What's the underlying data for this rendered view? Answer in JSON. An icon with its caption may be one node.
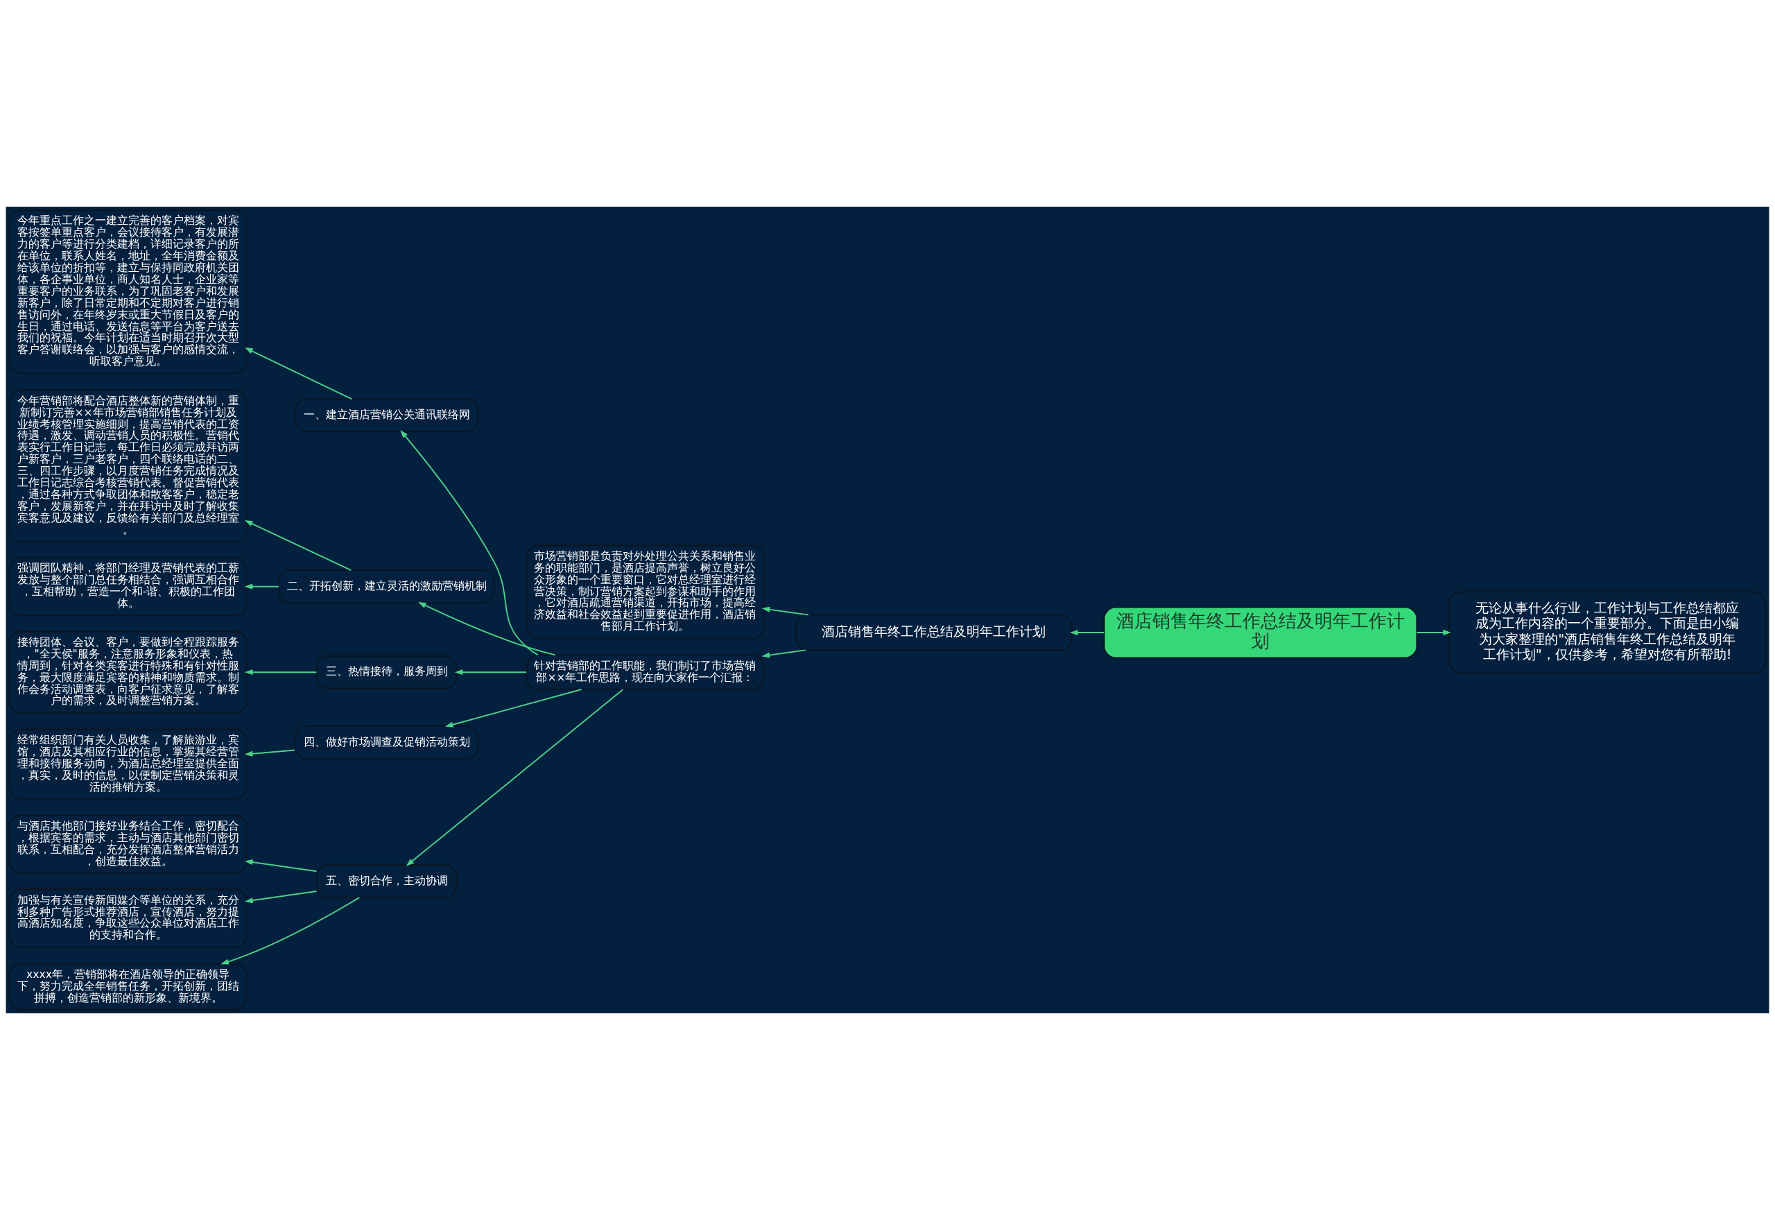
{
  "diagram": {
    "nodes": [
      {
        "text": [
          "酒店销售年终工作总结及明年工作计划"
        ]
      },
      {
        "text": [
          "无论从事什么行业，工作计划与工作总结都应成为工作内容的一个重要部分。下面是由小编为大家整理的\"酒店销售年终工作总结及明年工作计划\"，仅供参考，希望对您有所帮助!"
        ]
      },
      {
        "text": [
          "酒店销售年终工作总结及明年工作计划"
        ]
      },
      {
        "text": [
          "市场营销部是负责对外处理公共关系和销售业务的职能部门，是酒店提高声誉，树立良好公众形象的一个重要窗口，它对总经理室进行经营决策，制订营销方案起到参谋和助手的作用，它对酒店疏通营销渠道，开拓市场，提高经济效益和社会效益起到重要促进作用，酒店销售部月工作计划。"
        ]
      },
      {
        "text": [
          "针对营销部的工作职能，我们制订了市场营销部××年工作思路，现在向大家作一个汇报："
        ]
      },
      {
        "text": [
          "一、建立酒店营销公关通讯联络网"
        ]
      },
      {
        "text": [
          "今年重点工作之一建立完善的客户档案，对宾客按签单重点客户，会议接待客户，有发展潜力的客户等进行分类建档，详细记录客户的所在单位，联系人姓名，地址，全年消费金额及给该单位的折扣等，建立与保持同政府机关团体，各企事业单位，商人知名人士，企业家等重要客户的业务联系，为了巩固老客户和发展新客户，除了日常定期和不定期对客户进行销售访问外，在年终岁末或重大节假日及客户的生日，通过电话、发送信息等平台为客户送去我们的祝福。今年计划在适当时期召开次大型客户答谢联络会，以加强与客户的感情交流，听取客户意见。"
        ]
      },
      {
        "text": [
          "二、开拓创新，建立灵活的激励营销机制"
        ]
      },
      {
        "text": [
          "今年营销部将配合酒店整体新的营销体制，重新制订完善××年市场营销部销售任务计划及业绩考核管理实施细则，提高营销代表的工资待遇，激发、调动营销人员的积极性。营销代表实行工作日记志，每工作日必须完成拜访两户新客户，三户老客户，四个联络电话的二、三、四工作步骤，以月度营销任务完成情况及工作日记志综合考核营销代表。督促营销代表，通过各种方式争取团体和散客客户，稳定老客户，发展新客户，并在拜访中及时了解收集宾客意见及建议，反馈给有关部门及总经理室。"
        ]
      },
      {
        "text": [
          "强调团队精神，将部门经理及营销代表的工薪发放与整个部门总任务相结合，强调互相合作，互相帮助，营造一个和-谐、积极的工作团体。"
        ]
      },
      {
        "text": [
          "三、热情接待，服务周到"
        ]
      },
      {
        "text": [
          "接待团体、会议、客户，要做到全程跟踪服务，\"全天侯\"服务，注意服务形象和仪表，热情周到，针对各类宾客进行特殊和有针对性服务，最大限度满足宾客的精神和物质需求。制作会务活动调查表，向客户征求意见，了解客户的需求，及时调整营销方案。"
        ]
      },
      {
        "text": [
          "四、做好市场调查及促销活动策划"
        ]
      },
      {
        "text": [
          "经常组织部门有关人员收集，了解旅游业，宾馆，酒店及其相应行业的信息，掌握其经营管理和接待服务动向，为酒店总经理室提供全面，真实，及时的信息，以便制定营销决策和灵活的推销方案。"
        ]
      },
      {
        "text": [
          "五、密切合作，主动协调"
        ]
      },
      {
        "text": [
          "与酒店其他部门接好业务结合工作，密切配合，根据宾客的需求，主动与酒店其他部门密切联系，互相配合，充分发挥酒店整体营销活力，创造最佳效益。"
        ]
      },
      {
        "text": [
          "加强与有关宣传新闻媒介等单位的关系，充分利多种广告形式推荐酒店，宣传酒店，努力提高酒店知名度，争取这些公众单位对酒店工作的支持和合作。"
        ]
      },
      {
        "text": [
          "xxxx年，营销部将在酒店领导的正确领导下，努力完成全年销售任务，开拓创新，团结拼搏，创造营销部的新形象、新境界。"
        ]
      }
    ],
    "edges": [
      {
        "from": 0,
        "to": 1,
        "arrow": "to"
      },
      {
        "from": 0,
        "to": 2,
        "arrow": "to"
      },
      {
        "from": 2,
        "to": 3,
        "arrow": "to"
      },
      {
        "from": 2,
        "to": 4,
        "arrow": "to"
      },
      {
        "from": 4,
        "to": 5,
        "arrow": "to"
      },
      {
        "from": 5,
        "to": 6,
        "arrow": "to"
      },
      {
        "from": 4,
        "to": 7,
        "arrow": "to"
      },
      {
        "from": 7,
        "to": 8,
        "arrow": "to"
      },
      {
        "from": 7,
        "to": 9,
        "arrow": "to"
      },
      {
        "from": 4,
        "to": 10,
        "arrow": "to"
      },
      {
        "from": 10,
        "to": 11,
        "arrow": "to"
      },
      {
        "from": 4,
        "to": 12,
        "arrow": "to"
      },
      {
        "from": 12,
        "to": 13,
        "arrow": "to"
      },
      {
        "from": 4,
        "to": 14,
        "arrow": "to"
      },
      {
        "from": 14,
        "to": 15,
        "arrow": "to"
      },
      {
        "from": 14,
        "to": 16,
        "arrow": "to"
      },
      {
        "from": 14,
        "to": 17,
        "arrow": "to"
      }
    ]
  }
}
